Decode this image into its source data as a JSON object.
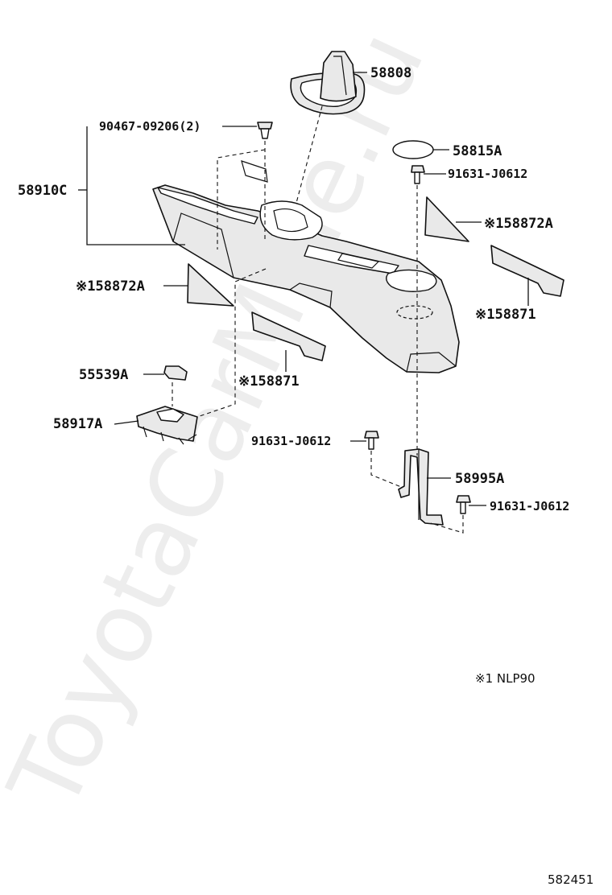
{
  "watermark": "ToyotaCarMine.ru",
  "labels": {
    "p58808": "58808",
    "p90467": "90467-09206(2)",
    "p58815a": "58815A",
    "p91631_a": "91631-J0612",
    "p58910c": "58910C",
    "p58872a_r": "※158872A",
    "p58872a_l": "※158872A",
    "p58871_r": "※158871",
    "p58871_m": "※158871",
    "p55539a": "55539A",
    "p58917a": "58917A",
    "p91631_b": "91631-J0612",
    "p58995a": "58995A",
    "p91631_c": "91631-J0612"
  },
  "note": "※1 NLP90",
  "diagram_id": "582451"
}
